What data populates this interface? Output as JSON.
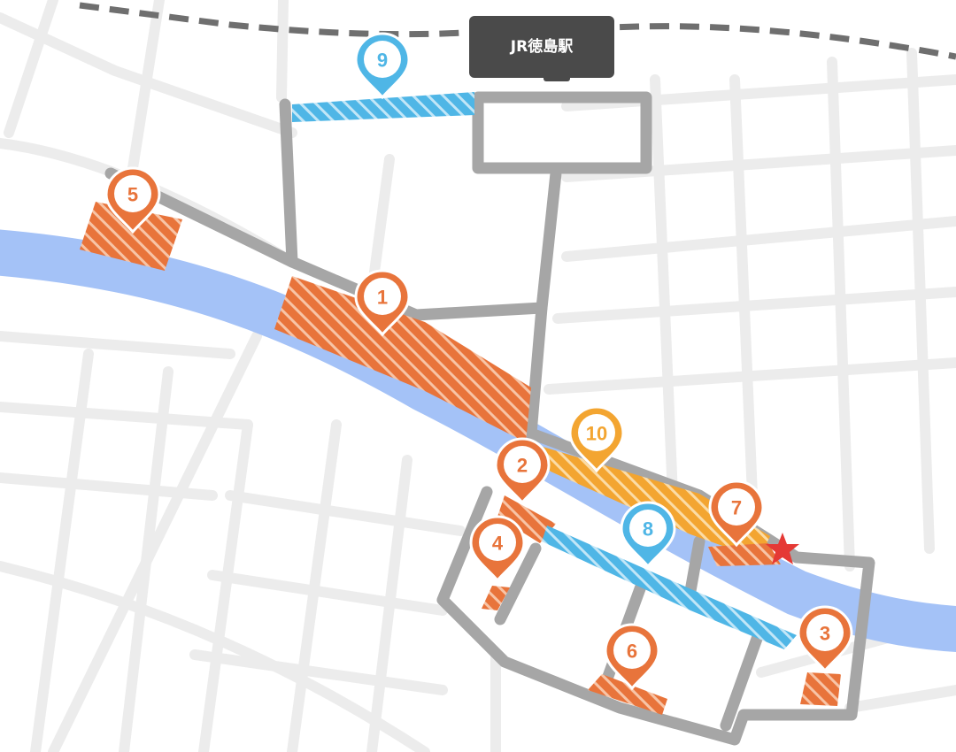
{
  "map": {
    "station_label": "JR徳島駅",
    "marker_icon": "star-icon",
    "marker_color": "#e53935",
    "colors": {
      "orange": "#e8743b",
      "yellow": "#f3a531",
      "blue": "#4fb6e6",
      "river": "#a4c2f7",
      "route": "#a6a6a6",
      "station_box": "#4a4a4a"
    },
    "pins": [
      {
        "label": "1",
        "color": "orange"
      },
      {
        "label": "2",
        "color": "orange"
      },
      {
        "label": "3",
        "color": "orange"
      },
      {
        "label": "4",
        "color": "orange"
      },
      {
        "label": "5",
        "color": "orange"
      },
      {
        "label": "6",
        "color": "orange"
      },
      {
        "label": "7",
        "color": "orange"
      },
      {
        "label": "8",
        "color": "blue"
      },
      {
        "label": "9",
        "color": "blue"
      },
      {
        "label": "10",
        "color": "yellow"
      }
    ]
  }
}
